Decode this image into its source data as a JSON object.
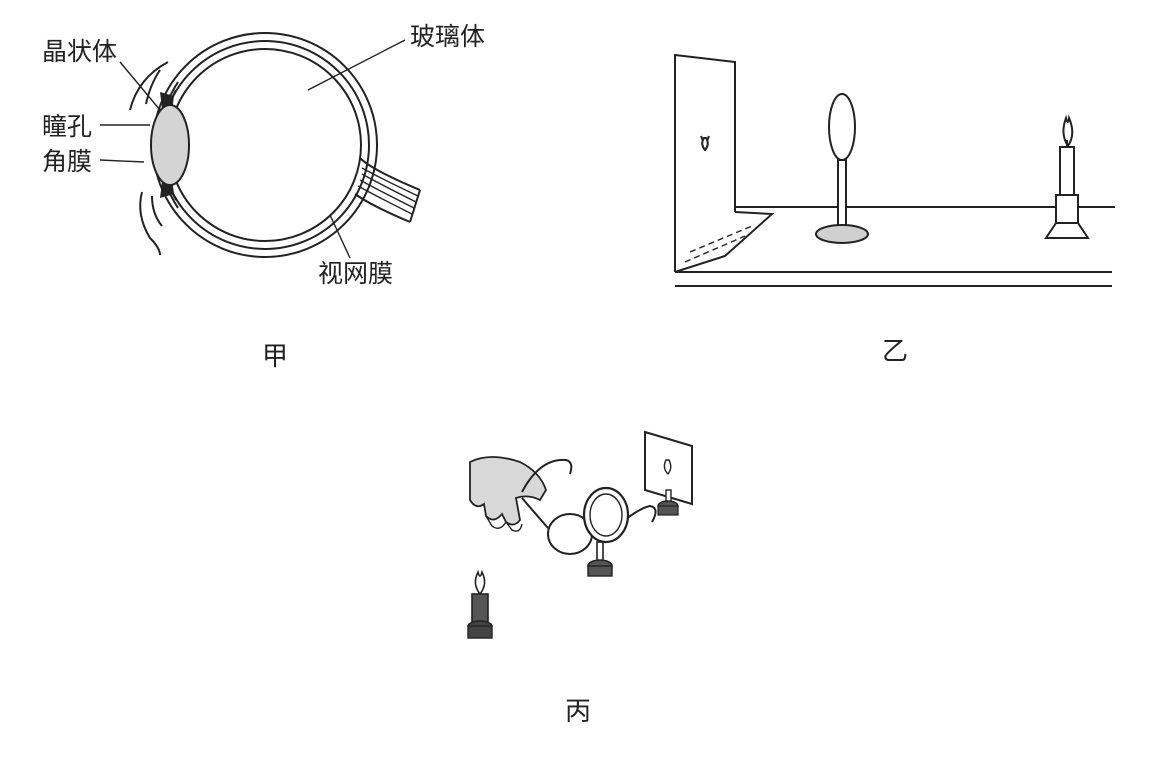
{
  "figure_a": {
    "caption": "甲",
    "labels": {
      "lens": "晶状体",
      "pupil": "瞳孔",
      "cornea": "角膜",
      "vitreous": "玻璃体",
      "retina": "视网膜"
    }
  },
  "figure_b": {
    "caption": "乙"
  },
  "figure_c": {
    "caption": "丙"
  }
}
